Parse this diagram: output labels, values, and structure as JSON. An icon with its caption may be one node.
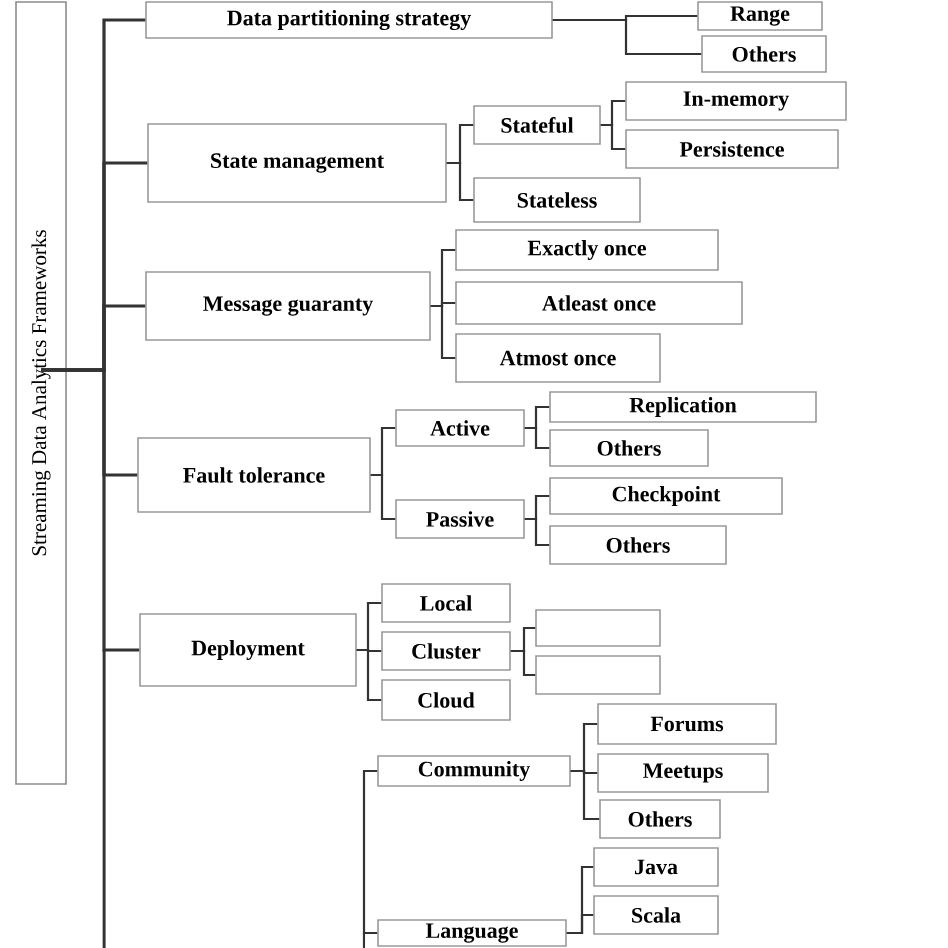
{
  "diagram": {
    "nodes": [
      {
        "text": [
          "Streaming Data Analytics Frameworks"
        ]
      },
      {
        "text": [
          "Data partitioning strategy"
        ]
      },
      {
        "text": [
          "Range"
        ]
      },
      {
        "text": [
          "Others"
        ]
      },
      {
        "text": [
          "State management"
        ]
      },
      {
        "text": [
          "Stateful"
        ]
      },
      {
        "text": [
          "In-memory"
        ]
      },
      {
        "text": [
          "Persistence"
        ]
      },
      {
        "text": [
          "Stateless"
        ]
      },
      {
        "text": [
          "Message guaranty"
        ]
      },
      {
        "text": [
          "Exactly once"
        ]
      },
      {
        "text": [
          "Atleast once"
        ]
      },
      {
        "text": [
          "Atmost once"
        ]
      },
      {
        "text": [
          "Fault tolerance"
        ]
      },
      {
        "text": [
          "Active"
        ]
      },
      {
        "text": [
          "Replication"
        ]
      },
      {
        "text": [
          "Others"
        ]
      },
      {
        "text": [
          "Passive"
        ]
      },
      {
        "text": [
          "Checkpoint"
        ]
      },
      {
        "text": [
          "Others"
        ]
      },
      {
        "text": [
          "Deployment"
        ]
      },
      {
        "text": [
          "Local"
        ]
      },
      {
        "text": [
          "Cluster"
        ]
      },
      {
        "text": [
          "Cloud"
        ]
      },
      {
        "text": [],
        "shape": "box"
      },
      {
        "text": [],
        "shape": "box"
      },
      {
        "text": [
          "Community"
        ]
      },
      {
        "text": [
          "Forums"
        ]
      },
      {
        "text": [
          "Meetups"
        ]
      },
      {
        "text": [
          "Others"
        ]
      },
      {
        "text": [
          "Language"
        ]
      },
      {
        "text": [
          "Java"
        ]
      },
      {
        "text": [
          "Scala"
        ]
      }
    ],
    "edges": [
      {
        "from": 0,
        "to": 1,
        "arrow": "none"
      },
      {
        "from": 0,
        "to": 4,
        "arrow": "none"
      },
      {
        "from": 0,
        "to": 9,
        "arrow": "none"
      },
      {
        "from": 0,
        "to": 13,
        "arrow": "none"
      },
      {
        "from": 0,
        "to": 20,
        "arrow": "none"
      },
      {
        "from": 1,
        "to": 2,
        "arrow": "none"
      },
      {
        "from": 1,
        "to": 3,
        "arrow": "none"
      },
      {
        "from": 4,
        "to": 5,
        "arrow": "none"
      },
      {
        "from": 4,
        "to": 8,
        "arrow": "none"
      },
      {
        "from": 5,
        "to": 6,
        "arrow": "none"
      },
      {
        "from": 5,
        "to": 7,
        "arrow": "none"
      },
      {
        "from": 9,
        "to": 10,
        "arrow": "none"
      },
      {
        "from": 9,
        "to": 11,
        "arrow": "none"
      },
      {
        "from": 9,
        "to": 12,
        "arrow": "none"
      },
      {
        "from": 13,
        "to": 14,
        "arrow": "none"
      },
      {
        "from": 13,
        "to": 17,
        "arrow": "none"
      },
      {
        "from": 14,
        "to": 15,
        "arrow": "none"
      },
      {
        "from": 14,
        "to": 16,
        "arrow": "none"
      },
      {
        "from": 17,
        "to": 18,
        "arrow": "none"
      },
      {
        "from": 17,
        "to": 19,
        "arrow": "none"
      },
      {
        "from": 20,
        "to": 21,
        "arrow": "none"
      },
      {
        "from": 20,
        "to": 22,
        "arrow": "none"
      },
      {
        "from": 20,
        "to": 23,
        "arrow": "none"
      },
      {
        "from": 22,
        "to": 24,
        "arrow": "none"
      },
      {
        "from": 22,
        "to": 25,
        "arrow": "none"
      },
      {
        "from": 26,
        "to": 30,
        "arrow": "none"
      },
      {
        "from": 26,
        "to": 27,
        "arrow": "none"
      },
      {
        "from": 26,
        "to": 28,
        "arrow": "none"
      },
      {
        "from": 26,
        "to": 29,
        "arrow": "none"
      },
      {
        "from": 30,
        "to": 31,
        "arrow": "none"
      },
      {
        "from": 30,
        "to": 32,
        "arrow": "none"
      }
    ]
  }
}
